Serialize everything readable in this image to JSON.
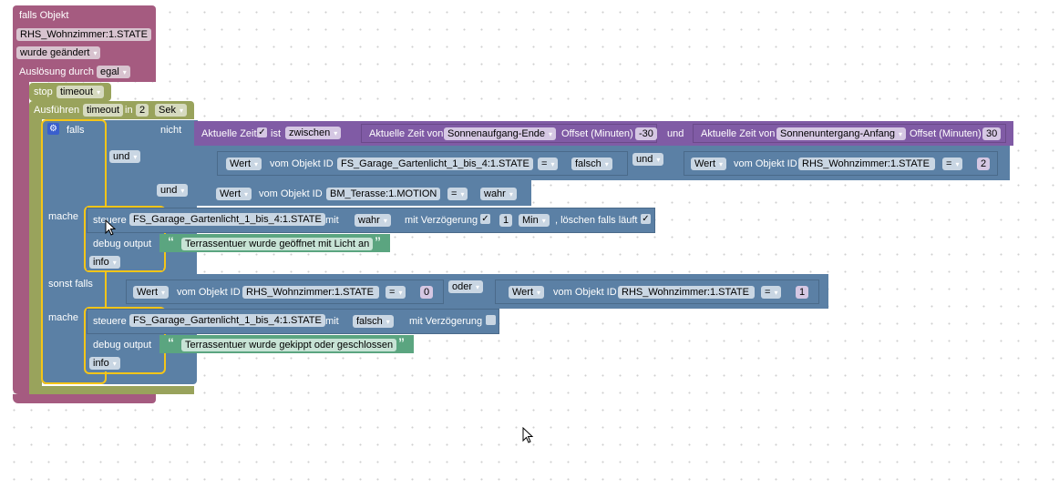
{
  "trigger": {
    "title": "falls Objekt",
    "object_id": "RHS_Wohnzimmer:1.STATE",
    "condition": "wurde geändert",
    "trigger_by_label": "Auslösung durch",
    "trigger_by_value": "egal"
  },
  "stop": {
    "label": "stop",
    "value": "timeout"
  },
  "timeout": {
    "label": "Ausführen",
    "name": "timeout",
    "in_label": "in",
    "value": "2",
    "unit": "Sek"
  },
  "if_block": {
    "falls_label": "falls",
    "nicht_label": "nicht",
    "und1": "und",
    "und2": "und",
    "time": {
      "label": "Aktuelle Zeit",
      "checked": "✓",
      "ist_label": "ist",
      "op": "zwischen",
      "from_label": "Aktuelle Zeit von",
      "from_value": "Sonnenaufgang-Ende",
      "offset_label1": "Offset (Minuten)",
      "offset1": "-30",
      "und_label": "und",
      "to_label": "Aktuelle Zeit von",
      "to_value": "Sonnenuntergang-Anfang",
      "offset_label2": "Offset (Minuten)",
      "offset2": "30"
    },
    "cmp1": {
      "wert": "Wert",
      "vom": "vom Objekt ID",
      "oid": "FS_Garage_Gartenlicht_1_bis_4:1.STATE",
      "op": "=",
      "value": "falsch"
    },
    "und3": "und",
    "cmp2": {
      "wert": "Wert",
      "vom": "vom Objekt ID",
      "oid": "RHS_Wohnzimmer:1.STATE",
      "op": "=",
      "value": "2"
    },
    "cmp3": {
      "wert": "Wert",
      "vom": "vom Objekt ID",
      "oid": "BM_Terasse:1.MOTION",
      "op": "=",
      "value": "wahr"
    },
    "mache_label": "mache",
    "control": {
      "label": "steuere",
      "oid": "FS_Garage_Gartenlicht_1_bis_4:1.STATE",
      "mit": "mit",
      "value": "wahr",
      "delay_label": "mit Verzögerung",
      "delay_checked": "✓",
      "delay": "1",
      "unit": "Min",
      "clear_label": ", löschen falls läuft",
      "clear_checked": "✓"
    },
    "debug": {
      "label": "debug output",
      "text": "Terrassentuer wurde geöffnet mit Licht an",
      "level": "info"
    }
  },
  "elseif": {
    "label": "sonst falls",
    "cmp1": {
      "wert": "Wert",
      "vom": "vom Objekt ID",
      "oid": "RHS_Wohnzimmer:1.STATE",
      "op": "=",
      "value": "0"
    },
    "oder": "oder",
    "cmp2": {
      "wert": "Wert",
      "vom": "vom Objekt ID",
      "oid": "RHS_Wohnzimmer:1.STATE",
      "op": "=",
      "value": "1"
    },
    "mache_label": "mache",
    "control": {
      "label": "steuere",
      "oid": "FS_Garage_Gartenlicht_1_bis_4:1.STATE",
      "mit": "mit",
      "value": "falsch",
      "delay_label": "mit Verzögerung"
    },
    "debug": {
      "label": "debug output",
      "text": "Terrassentuer wurde gekippt oder geschlossen",
      "level": "info"
    }
  },
  "icons": {
    "gear": "gear-icon",
    "dropdown": "▾",
    "quote_open": "“",
    "quote_close": "”"
  },
  "colors": {
    "trigger": "#a55b80",
    "timeout": "#99a35c",
    "logic": "#5b80a5",
    "time": "#805ba5",
    "text": "#5ba580",
    "highlight": "#f5c518"
  }
}
